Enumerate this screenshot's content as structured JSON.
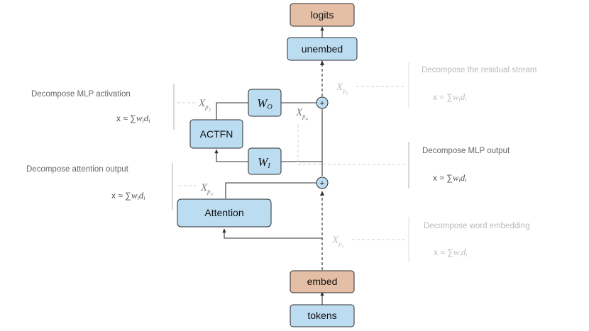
{
  "boxes": {
    "logits": "logits",
    "unembed": "unembed",
    "actfn": "ACTFN",
    "attention": "Attention",
    "embed": "embed",
    "tokens": "tokens"
  },
  "weights": {
    "w_out": {
      "main": "W",
      "sub": "O"
    },
    "w_in": {
      "main": "W",
      "sub": "I"
    }
  },
  "plus_symbol": "+",
  "x_var": "X",
  "p_var": "p",
  "probes": [
    {
      "id": "p1",
      "index": "1"
    },
    {
      "id": "p2",
      "index": "2"
    },
    {
      "id": "p3",
      "index": "3"
    },
    {
      "id": "p4",
      "index": "4"
    },
    {
      "id": "p5",
      "index": "5"
    }
  ],
  "annotations": {
    "mlp_activation": "Decompose MLP activation",
    "residual_stream": "Decompose the residual stream",
    "attention_output": "Decompose attention output",
    "mlp_output": "Decompose MLP output",
    "word_embedding": "Decompose word embedding"
  },
  "formula": {
    "lhs": "x",
    "approx": "≈",
    "sum": "∑",
    "w": "w",
    "d": "d",
    "i": "i"
  },
  "colors": {
    "blue_fill": "#bcdcf2",
    "blue_stroke": "#2b2b2b",
    "tan_fill": "#e4bfa6",
    "plus_fill": "#bcdcf2"
  }
}
